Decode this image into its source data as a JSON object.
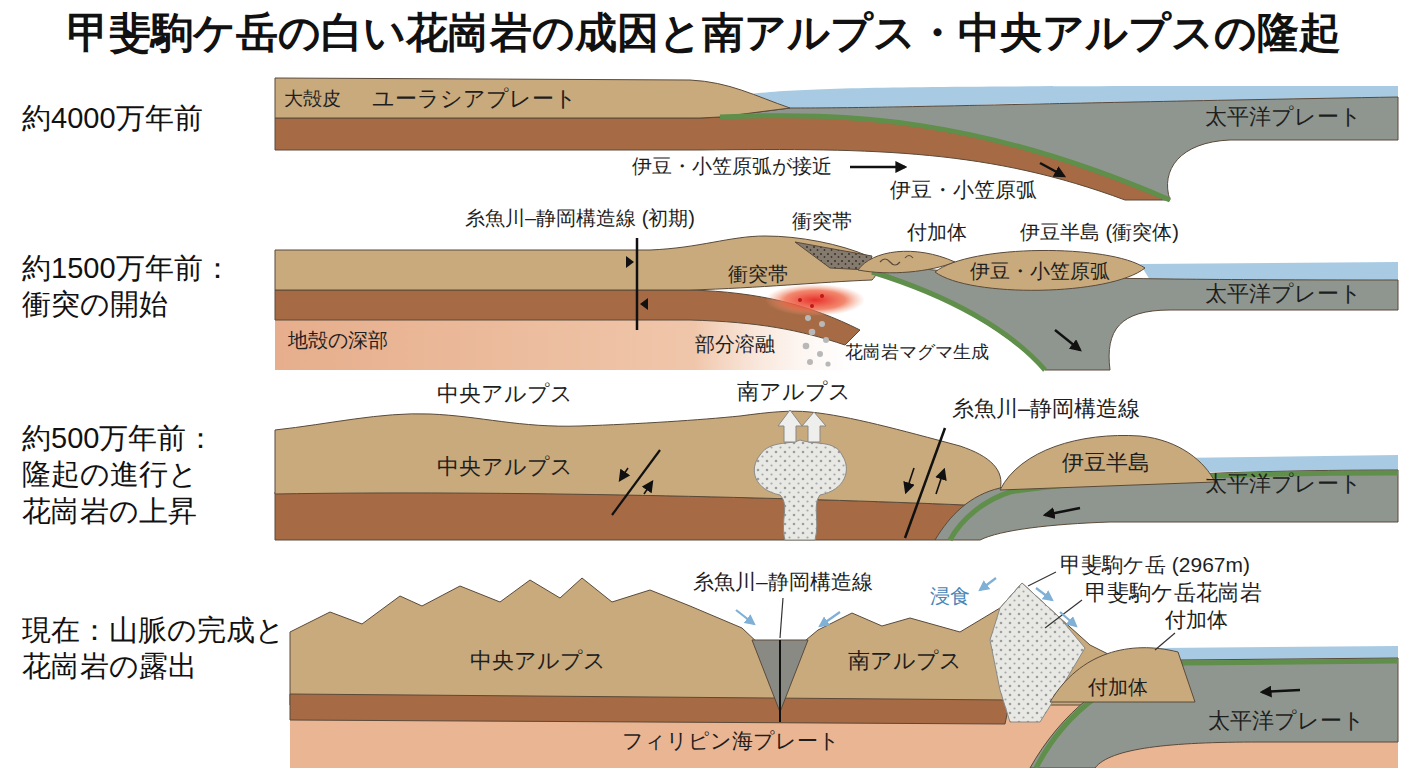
{
  "diagram": {
    "title": "甲斐駒ケ岳の白い花崗岩の成因と南アルプス・中央アルプスの隆起",
    "labels": [
      "約4000万年前",
      "大殻皮",
      "ユーラシアプレート",
      "太平洋プレート",
      "伊豆・小笠原弧が接近",
      "伊豆・小笠原弧",
      "約1500万年前： 衝突の開始",
      "糸魚川–静岡構造線 (初期)",
      "衝突帯",
      "付加体",
      "伊豆半島 (衝突体)",
      "衝突帯",
      "伊豆・小笠原弧",
      "太平洋プレート",
      "地殻の深部",
      "部分溶融",
      "花崗岩マグマ生成",
      "約500万年前： 隆起の進行と 花崗岩の上昇",
      "中央アルプス",
      "南アルプス",
      "糸魚川–静岡構造線",
      "中央アルプス",
      "伊豆半島",
      "太平洋プレート",
      "現在：山脈の完成と 花崗岩の露出",
      "糸魚川–静岡構造線",
      "浸食",
      "甲斐駒ケ岳 (2967m)",
      "甲斐駒ケ岳花崗岩",
      "付加体",
      "中央アルプス",
      "南アルプス",
      "付加体",
      "太平洋プレート",
      "フィリピン海プレート"
    ]
  }
}
